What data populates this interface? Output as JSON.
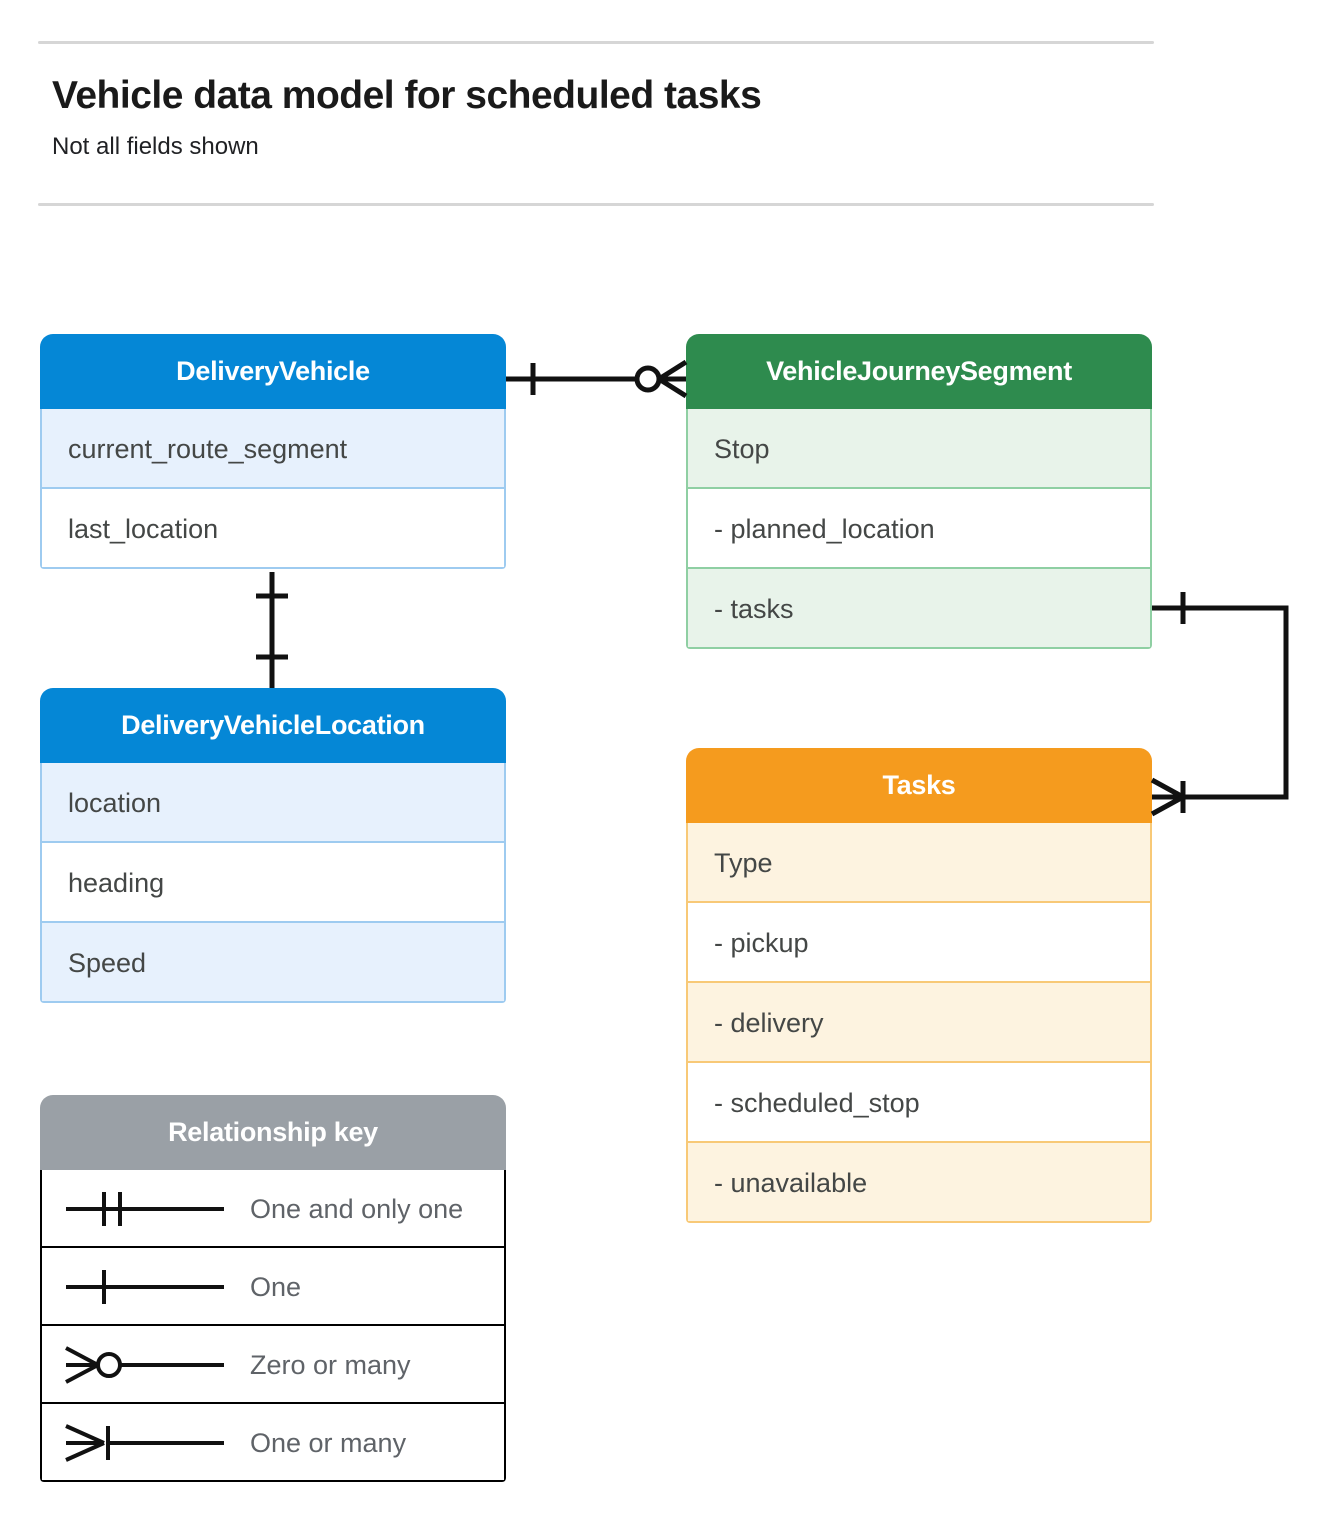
{
  "header": {
    "title": "Vehicle data model for scheduled tasks",
    "subtitle": "Not all fields shown"
  },
  "colors": {
    "blue_header": "#0587d6",
    "blue_row_tint": "#e7f1fd",
    "blue_border": "#9ecbf0",
    "green_header": "#2e8b4e",
    "green_row_tint": "#e8f3ea",
    "green_border": "#8fcfa3",
    "orange_header": "#f59b1e",
    "orange_row_tint": "#fdf3e0",
    "orange_border": "#f8c977",
    "gray_header": "#9aa0a6",
    "gray_row_tint": "#eaeaea",
    "gray_border": "#c9ccce",
    "connector_line": "#000000",
    "divider": "#d6d6d6",
    "row_text": "#444746",
    "legend_text": "#5f6368"
  },
  "entities": [
    {
      "id": "delivery-vehicle",
      "title": "DeliveryVehicle",
      "color": "blue",
      "rows": [
        {
          "label": "current_route_segment"
        },
        {
          "label": "last_location"
        }
      ]
    },
    {
      "id": "vehicle-journey-segment",
      "title": "VehicleJourneySegment",
      "color": "green",
      "rows": [
        {
          "label": "Stop"
        },
        {
          "label": "-  planned_location"
        },
        {
          "label": "- tasks"
        }
      ]
    },
    {
      "id": "delivery-vehicle-location",
      "title": "DeliveryVehicleLocation",
      "color": "blue",
      "rows": [
        {
          "label": "location"
        },
        {
          "label": "heading"
        },
        {
          "label": "Speed"
        }
      ]
    },
    {
      "id": "tasks",
      "title": "Tasks",
      "color": "orange",
      "rows": [
        {
          "label": "Type"
        },
        {
          "label": "-  pickup"
        },
        {
          "label": "-  delivery"
        },
        {
          "label": "-  scheduled_stop"
        },
        {
          "label": "-  unavailable"
        }
      ]
    }
  ],
  "legend": {
    "title": "Relationship key",
    "items": [
      {
        "symbol": "one-and-only-one-icon",
        "label": "One and only one"
      },
      {
        "symbol": "one-icon",
        "label": "One"
      },
      {
        "symbol": "zero-or-many-icon",
        "label": "Zero or many"
      },
      {
        "symbol": "one-or-many-icon",
        "label": "One or many"
      }
    ]
  },
  "relationships": [
    {
      "id": "vehicle-to-journey-segment",
      "from": "DeliveryVehicle",
      "to": "VehicleJourneySegment",
      "from_cardinality": "One",
      "to_cardinality": "Zero or many"
    },
    {
      "id": "vehicle-to-vehicle-location",
      "from": "DeliveryVehicle",
      "to": "DeliveryVehicleLocation",
      "from_cardinality": "One",
      "to_cardinality": "One"
    },
    {
      "id": "journey-segment-tasks-to-tasks",
      "from": "VehicleJourneySegment.tasks",
      "to": "Tasks",
      "from_cardinality": "One",
      "to_cardinality": "One or many"
    }
  ]
}
